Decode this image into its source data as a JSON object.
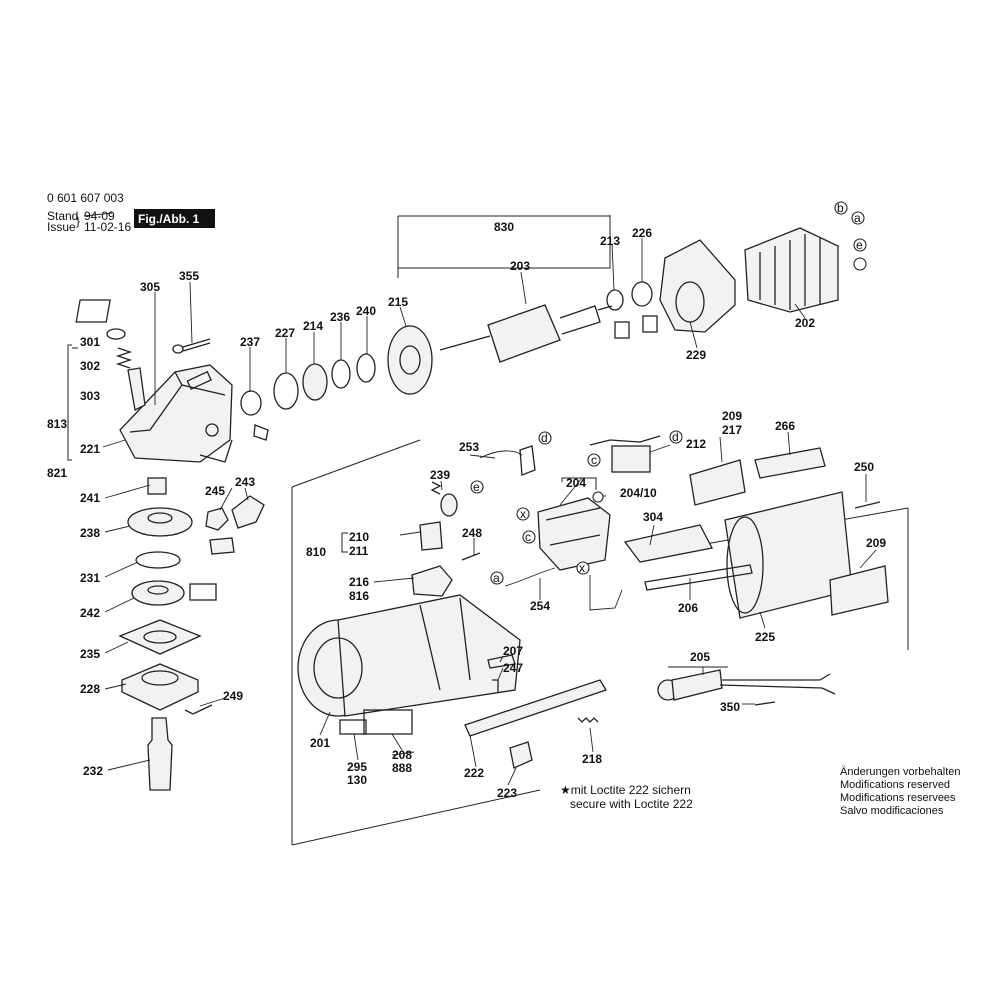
{
  "header": {
    "drawing_number": "0 601 607 003",
    "stand_label": "Stand",
    "stand_value": "94-09",
    "issue_label": "Issue",
    "issue_value": "11-02-16",
    "figure_label": "Fig./Abb. 1"
  },
  "labels": {
    "p830": "830",
    "p213": "213",
    "p226": "226",
    "p203": "203",
    "p215": "215",
    "p240": "240",
    "p236": "236",
    "p214": "214",
    "p227": "227",
    "p237": "237",
    "p355": "355",
    "p305": "305",
    "p301": "301",
    "p302": "302",
    "p303": "303",
    "p813": "813",
    "p221": "221",
    "p821": "821",
    "p229": "229",
    "p202": "202",
    "p209a": "209",
    "p217": "217",
    "p266": "266",
    "p212": "212",
    "p253": "253",
    "p250": "250",
    "p239": "239",
    "p204": "204",
    "p204_10": "204/10",
    "p304": "304",
    "p209b": "209",
    "p245": "245",
    "p243": "243",
    "p241": "241",
    "p238": "238",
    "p231": "231",
    "p242": "242",
    "p235": "235",
    "p228": "228",
    "p249": "249",
    "p232": "232",
    "p210": "210",
    "p211": "211",
    "p810": "810",
    "p248": "248",
    "p216": "216",
    "p816": "816",
    "p254": "254",
    "p206": "206",
    "p225": "225",
    "p205": "205",
    "p350": "350",
    "p207": "207",
    "p247": "247",
    "p201": "201",
    "p295": "295",
    "p130": "130",
    "p208": "208",
    "p888": "888",
    "p222": "222",
    "p218": "218",
    "p223": "223",
    "ca": "a",
    "cb": "b",
    "cc": "c",
    "cd": "d",
    "ce": "e"
  },
  "loctite": {
    "line1": "mit Loctite 222 sichern",
    "line2": "secure with Loctite 222"
  },
  "notice": {
    "line1": "Änderungen vorbehalten",
    "line2": "Modifications reserved",
    "line3": "Modifications reservees",
    "line4": "Salvo modificaciones"
  }
}
